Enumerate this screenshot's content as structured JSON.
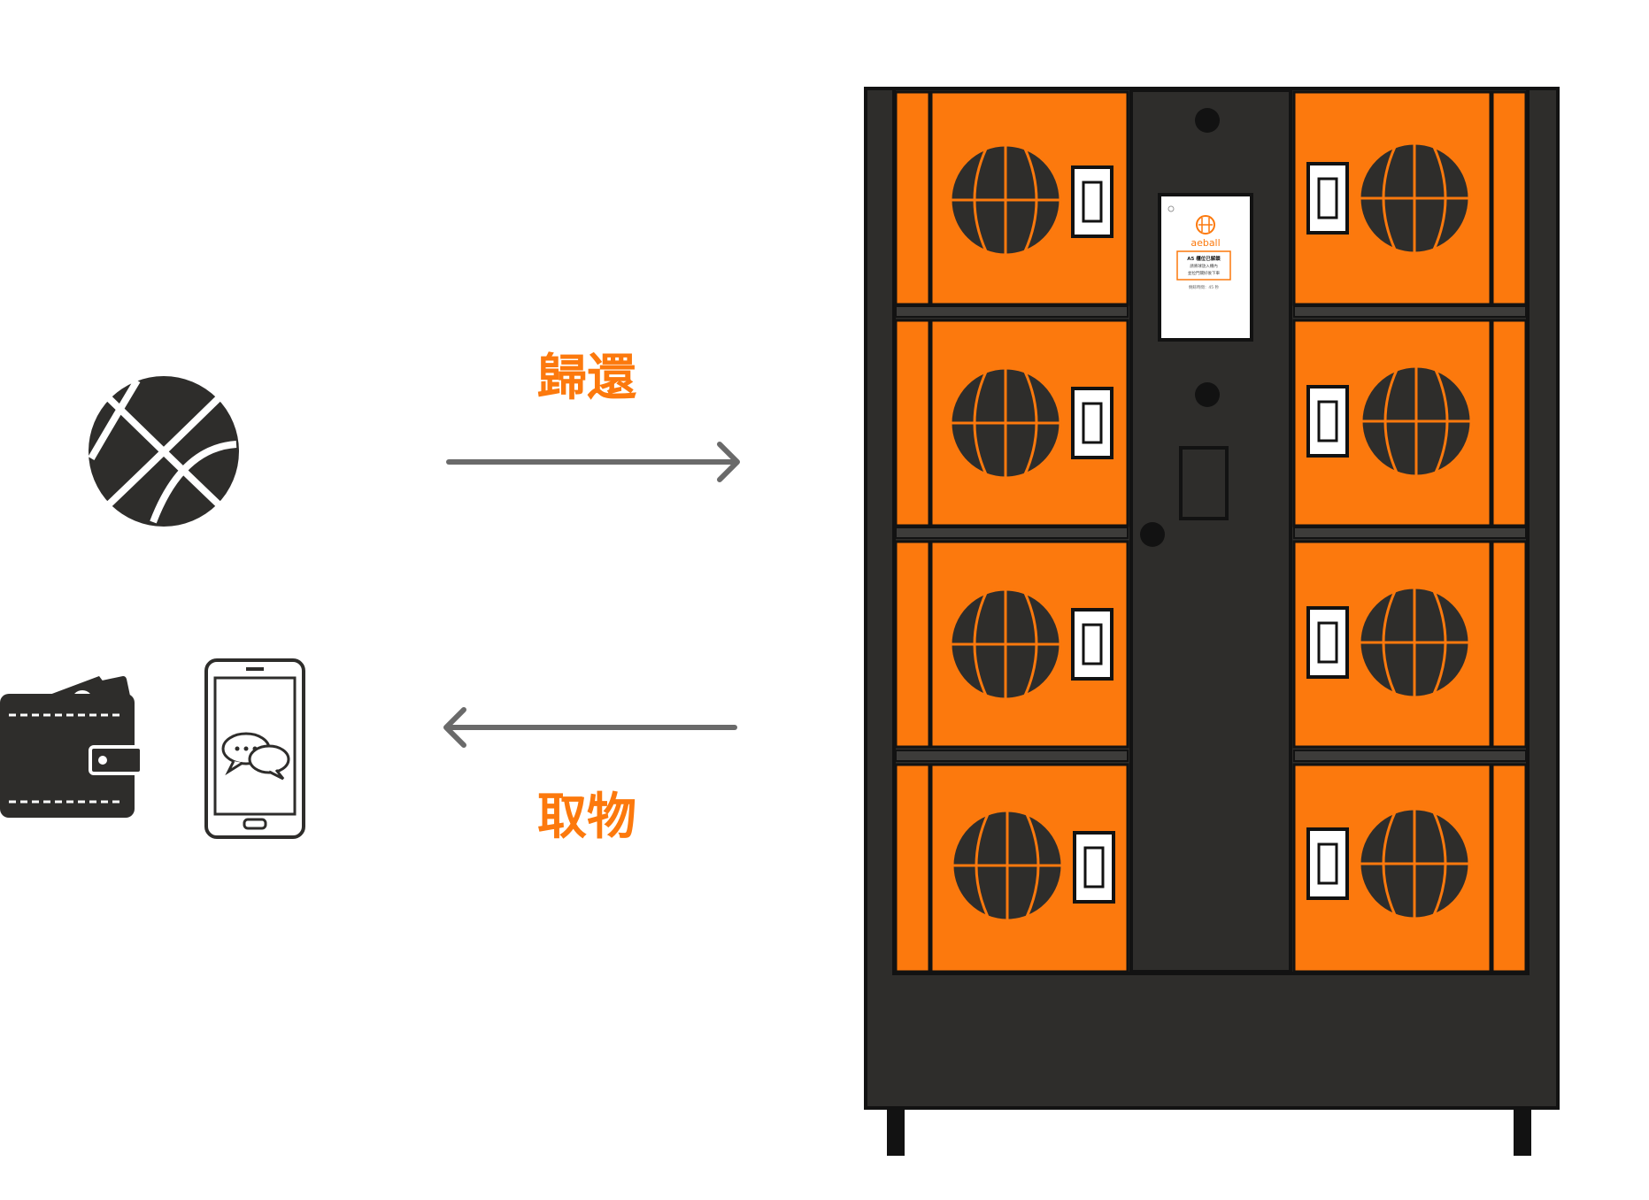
{
  "colors": {
    "accent": "#fc790d",
    "cabinet": "#2e2d2b",
    "outline": "#121212",
    "arrow": "#6a6a6a",
    "screen_bg": "#ffffff"
  },
  "flow": {
    "return_label": "歸還",
    "pickup_label": "取物"
  },
  "icons": {
    "left_ball": "basketball-icon",
    "wallet": "wallet-icon",
    "phone": "smartphone-icon",
    "chat": "chat-bubbles-icon",
    "locker_ball": "basketball-icon"
  },
  "screen": {
    "brand": "aeball",
    "message_line1": "A5 櫃位已解鎖",
    "message_line2": "請將球放入櫃內",
    "message_line3": "並拉門關好後下車",
    "countdown": "剩餘時間：45 秒"
  },
  "locker": {
    "rows": 4,
    "columns": 2
  }
}
